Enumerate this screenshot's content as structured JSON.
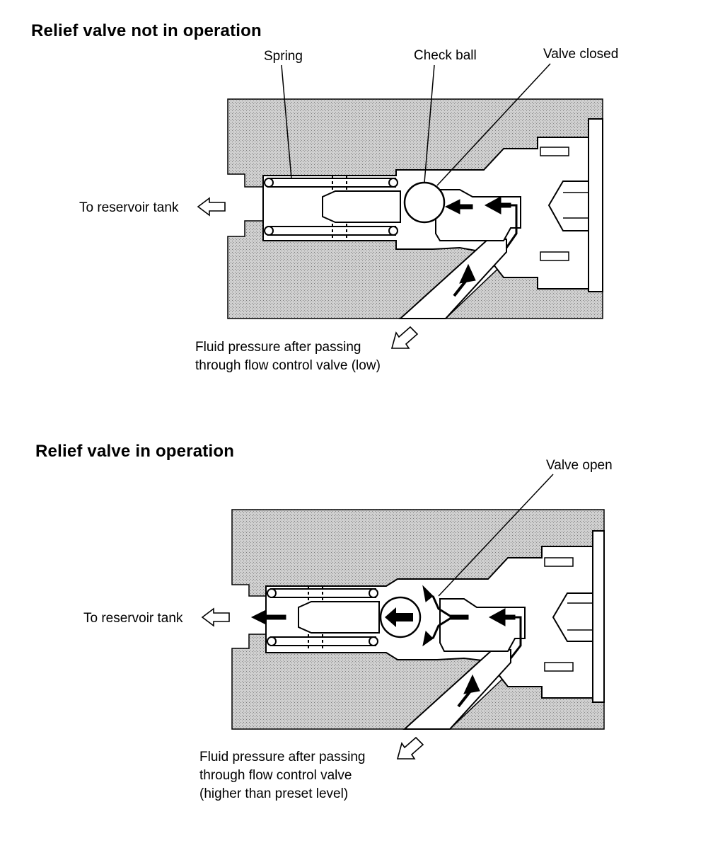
{
  "diagram_top": {
    "title": "Relief valve not in operation",
    "labels": {
      "spring": "Spring",
      "check_ball": "Check ball",
      "valve_state": "Valve closed",
      "outlet": "To reservoir tank",
      "inlet_line1": "Fluid pressure after passing",
      "inlet_line2": "through flow control valve (low)"
    }
  },
  "diagram_bottom": {
    "title": "Relief valve in operation",
    "labels": {
      "valve_state": "Valve open",
      "outlet": "To reservoir tank",
      "inlet_line1": "Fluid pressure after passing",
      "inlet_line2": "through flow control valve",
      "inlet_line3": "(higher than preset level)"
    }
  },
  "colors": {
    "ink": "#000000",
    "housing_fill": "#c4c4c4",
    "background": "#ffffff"
  }
}
